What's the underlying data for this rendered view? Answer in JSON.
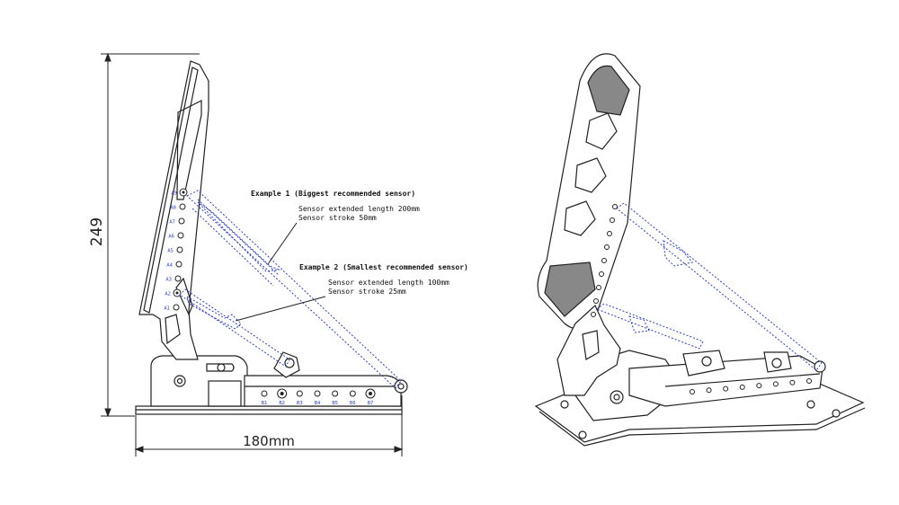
{
  "dimensions": {
    "height_label": "249",
    "width_label": "180mm"
  },
  "annotations": {
    "example1": {
      "title": "Example 1 (Biggest recommended sensor)",
      "line1": "Sensor extended length 200mm",
      "line2": "Sensor stroke 50mm"
    },
    "example2": {
      "title": "Example 2 (Smallest recommended sensor)",
      "line1": "Sensor extended length 100mm",
      "line2": "Sensor stroke 25mm"
    }
  },
  "holes_a": [
    "A9",
    "A8",
    "A7",
    "A6",
    "A5",
    "A4",
    "A3",
    "A2",
    "A1"
  ],
  "holes_b": [
    "B1",
    "B2",
    "B3",
    "B4",
    "B5",
    "B6",
    "B7"
  ],
  "colors": {
    "line": "#222222",
    "sensor": "#2b3fc9",
    "label": "#2b3fc9"
  }
}
